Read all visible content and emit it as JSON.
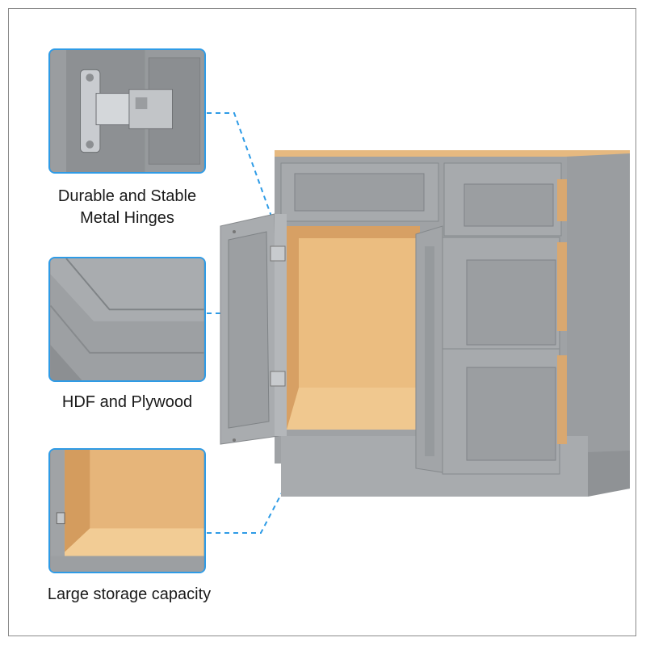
{
  "features": [
    {
      "title": "Durable and Stable",
      "subtitle": "Metal Hinges"
    },
    {
      "title": "HDF and Plywood"
    },
    {
      "title": "Large storage capacity"
    }
  ],
  "colors": {
    "cabinet_gray": "#8e9193",
    "cabinet_light": "#a3a6a8",
    "wood_interior": "#e9b97d",
    "accent_blue": "#2e9be6"
  }
}
